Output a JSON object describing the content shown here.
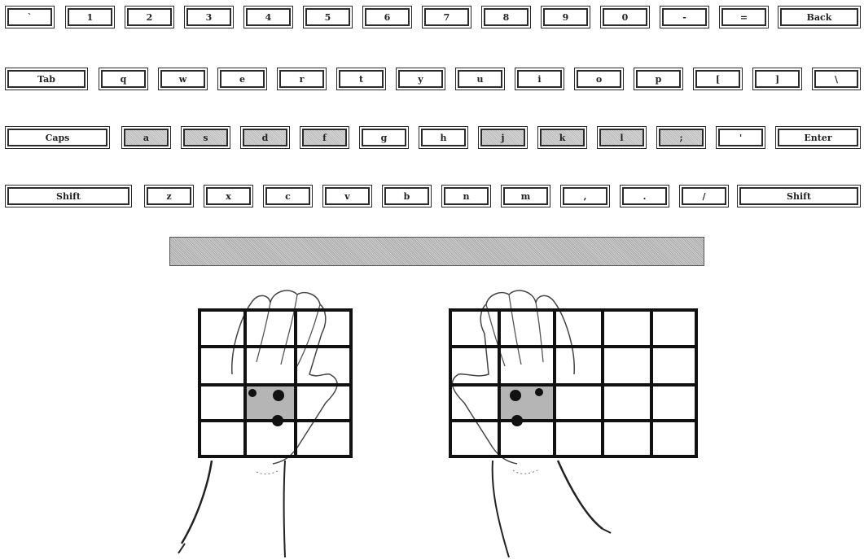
{
  "keyboard": {
    "rows": [
      {
        "keys": [
          "`",
          "1",
          "2",
          "3",
          "4",
          "5",
          "6",
          "7",
          "8",
          "9",
          "0",
          "-",
          "=",
          "Back"
        ]
      },
      {
        "keys": [
          "Tab",
          "q",
          "w",
          "e",
          "r",
          "t",
          "y",
          "u",
          "i",
          "o",
          "p",
          "[",
          "]",
          "\\"
        ]
      },
      {
        "keys": [
          "Caps",
          "a",
          "s",
          "d",
          "f",
          "g",
          "h",
          "j",
          "k",
          "l",
          ";",
          "'",
          "Enter"
        ]
      },
      {
        "keys": [
          "Shift",
          "z",
          "x",
          "c",
          "v",
          "b",
          "n",
          "m",
          ",",
          ".",
          "/",
          "Shift"
        ]
      }
    ],
    "home_row_keys": [
      "a",
      "s",
      "d",
      "f",
      "j",
      "k",
      "l",
      ";"
    ]
  },
  "colors": {
    "key_border": "#2b2b2b",
    "home_key_fill": "#c8c8c8",
    "spacebar_fill": "#bdbdbd",
    "grid_line": "#111111",
    "touch_cell_fill": "#b5b5b5"
  },
  "hand_grids": {
    "left": {
      "columns": 3,
      "rows": 4,
      "shaded_cell": "row 3, column 2",
      "touch_points": 3
    },
    "right": {
      "columns": 5,
      "rows": 4,
      "shaded_cell": "row 3, column 2",
      "touch_points": 3
    }
  }
}
